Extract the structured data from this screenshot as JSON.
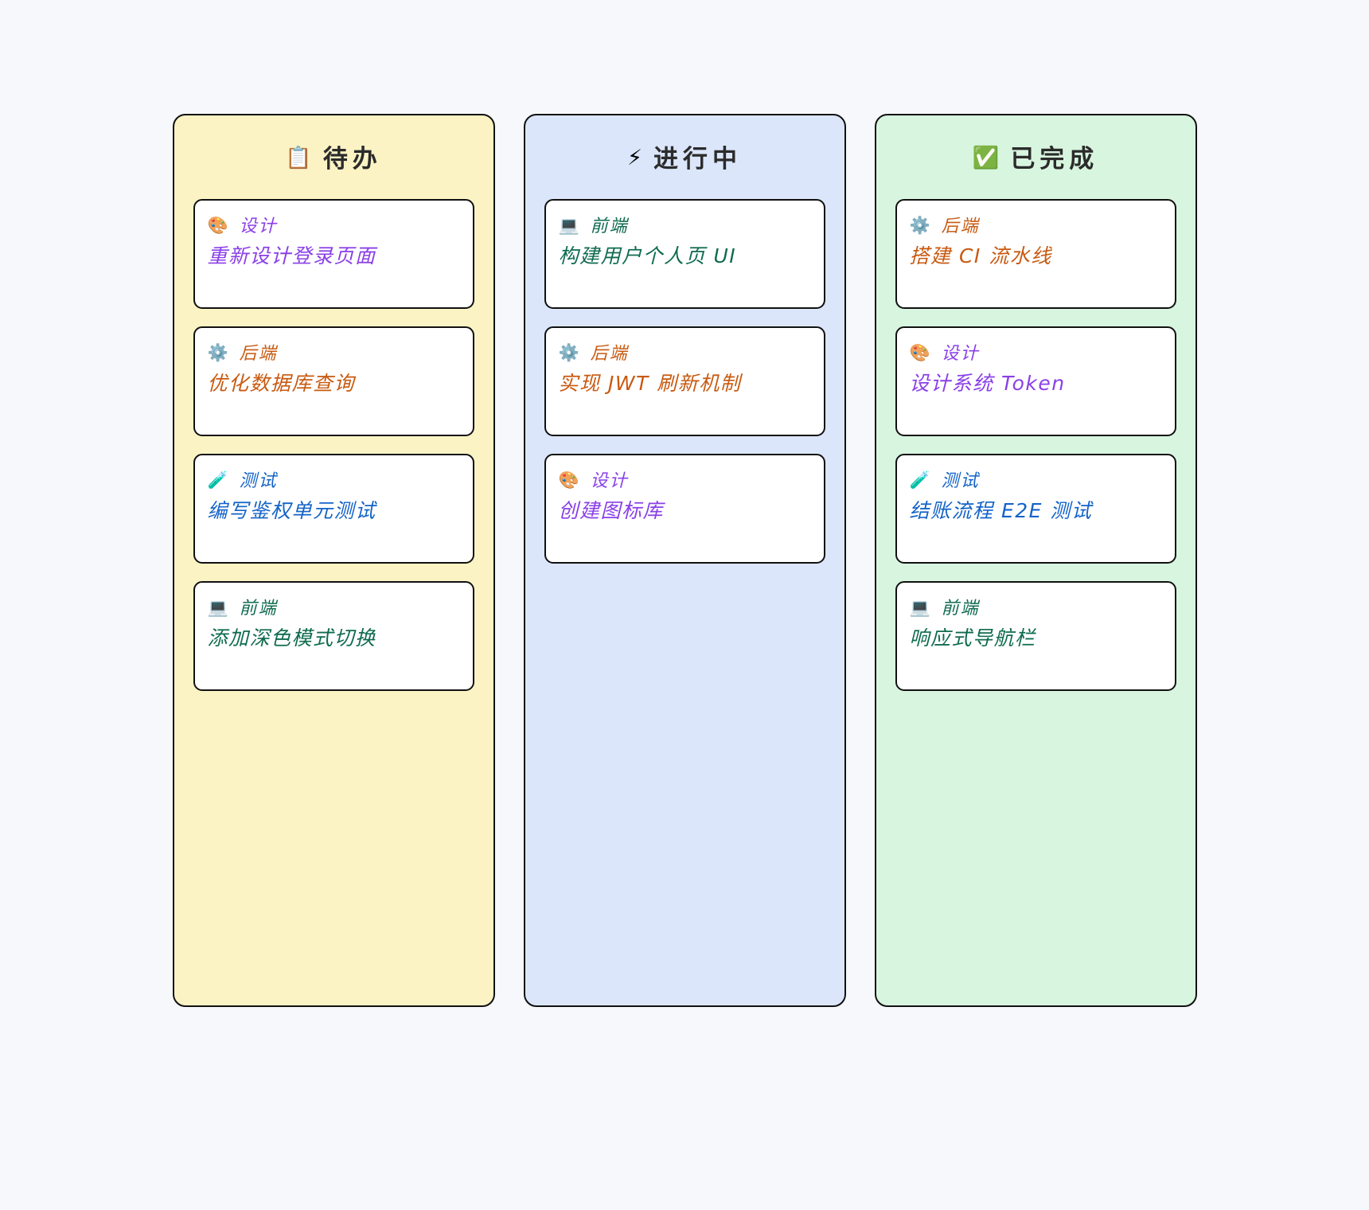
{
  "board": {
    "background_color": "#f7f8fc",
    "columns": [
      {
        "id": "todo",
        "emoji": "📋",
        "emoji_name": "clipboard-icon",
        "title": "待办",
        "bg_color": "#fbf3c4",
        "cards": [
          {
            "tag_emoji": "🎨",
            "tag_emoji_name": "palette-icon",
            "tag_label": "设计",
            "title": "重新设计登录页面",
            "color": "#8a3fe8"
          },
          {
            "tag_emoji": "⚙️",
            "tag_emoji_name": "gear-icon",
            "tag_label": "后端",
            "title": "优化数据库查询",
            "color": "#c85a11"
          },
          {
            "tag_emoji": "🧪",
            "tag_emoji_name": "test-tube-icon",
            "tag_label": "测试",
            "title": "编写鉴权单元测试",
            "color": "#1463c8"
          },
          {
            "tag_emoji": "💻",
            "tag_emoji_name": "laptop-icon",
            "tag_label": "前端",
            "title": "添加深色模式切换",
            "color": "#0f6b4f"
          }
        ]
      },
      {
        "id": "in-progress",
        "emoji": "⚡",
        "emoji_name": "lightning-bolt-icon",
        "title": "进行中",
        "bg_color": "#dbe6fa",
        "cards": [
          {
            "tag_emoji": "💻",
            "tag_emoji_name": "laptop-icon",
            "tag_label": "前端",
            "title": "构建用户个人页 UI",
            "color": "#0f6b4f"
          },
          {
            "tag_emoji": "⚙️",
            "tag_emoji_name": "gear-icon",
            "tag_label": "后端",
            "title": "实现 JWT 刷新机制",
            "color": "#c85a11"
          },
          {
            "tag_emoji": "🎨",
            "tag_emoji_name": "palette-icon",
            "tag_label": "设计",
            "title": "创建图标库",
            "color": "#8a3fe8"
          }
        ]
      },
      {
        "id": "done",
        "emoji": "✅",
        "emoji_name": "check-mark-icon",
        "title": "已完成",
        "bg_color": "#d8f5df",
        "cards": [
          {
            "tag_emoji": "⚙️",
            "tag_emoji_name": "gear-icon",
            "tag_label": "后端",
            "title": "搭建 CI 流水线",
            "color": "#c85a11"
          },
          {
            "tag_emoji": "🎨",
            "tag_emoji_name": "palette-icon",
            "tag_label": "设计",
            "title": "设计系统 Token",
            "color": "#8a3fe8"
          },
          {
            "tag_emoji": "🧪",
            "tag_emoji_name": "test-tube-icon",
            "tag_label": "测试",
            "title": "结账流程 E2E 测试",
            "color": "#1463c8"
          },
          {
            "tag_emoji": "💻",
            "tag_emoji_name": "laptop-icon",
            "tag_label": "前端",
            "title": "响应式导航栏",
            "color": "#0f6b4f"
          }
        ]
      }
    ]
  }
}
